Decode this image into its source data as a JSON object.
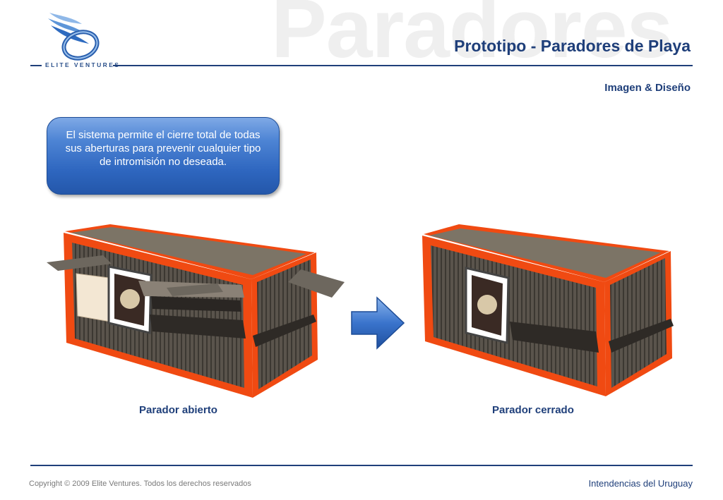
{
  "watermark": "Paradores",
  "brand": {
    "name": "ELITE VENTURES",
    "colors": {
      "primary": "#1f3f7a",
      "accent": "#2e66bf",
      "kiosk_frame": "#f04a12"
    }
  },
  "header": {
    "title": "Prototipo - Paradores de Playa",
    "subtitle": "Imagen & Diseño"
  },
  "callout": {
    "text": "El sistema permite el cierre total de todas sus aberturas para prevenir cualquier tipo de  intromisión no deseada."
  },
  "renders": [
    {
      "caption": "Parador abierto",
      "icon": "kiosk-open-render"
    },
    {
      "caption": "Parador cerrado",
      "icon": "kiosk-closed-render"
    }
  ],
  "transition_icon": "arrow-right-icon",
  "footer": {
    "copyright": "Copyright © 2009 Elite Ventures. Todos los derechos reservados",
    "client": "Intendencias del Uruguay"
  }
}
